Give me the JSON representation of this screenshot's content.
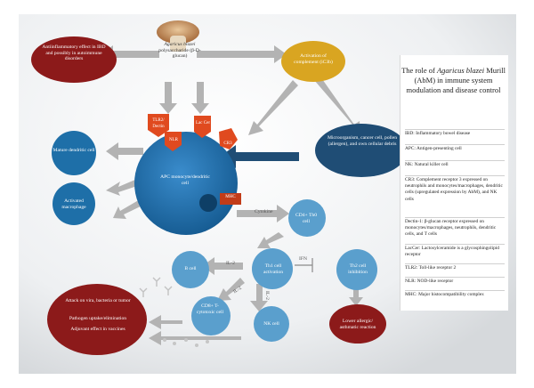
{
  "legend": {
    "title_part1": "The role of",
    "title_species": "Agaricus blazei",
    "title_part2": "Murill (AbM) in immune system modulation and disease control",
    "rows": [
      "IBD: Inflammatory bowel disease",
      "APC: Antigen-presenting cell",
      "NK: Natural killer cell",
      "CR3: Complement receptor 3 expressed on neutrophils and monocytes/macrophages, dendritic cells (upregulated expression by AbM), and NK cells",
      "Dectin-1: β-glucan receptor expressed on monocytes/macrophages, neutrophils, dendritic cells, and T cells",
      "LacCer: Lactosylceramide is a glycosphingolipid receptor",
      "TLR2: Toll-like receptor 2",
      "NLR: NOD-like receptor",
      "MHC: Major histocompatibility complex"
    ]
  },
  "nodes": {
    "antiinflammatory": "Antiinflammatory effect in IBD and possibly in autoimmune disorders",
    "mushroom_species": "Agaricus blazei",
    "mushroom_rest": "polysaccharide (β-D-glucan)",
    "complement": "Activation of complement (iC3b)",
    "microorganism": "Microorganism, cancer cell, pollen (allergen), and own cellular debris",
    "mature_dc": "Mature dendritic cell",
    "activated_macrophage": "Activated macrophage",
    "apc": "APC monocyte/dendritic cell",
    "cd4": "CD4+ Th0 cell",
    "th1": "Th1 cell activation",
    "th2": "Th2 cell inhibition",
    "bcell": "B cell",
    "cd8": "CD8+ T-cytotoxic cell",
    "nkcell": "NK cell",
    "attack": "Attack on vira, bacteria or tumor",
    "pathogen": "Pathogen uptake/elimination",
    "adjuvant": "Adjuvant effect in vaccines",
    "allergic": "Lower allergic/ asthmatic reaction"
  },
  "receptors": {
    "tlr2": "TLR2/ Dectin",
    "laccer": "Lac Cer",
    "nlr": "NLR",
    "cr3": "CR3",
    "mhc": "MHC"
  },
  "arrow_labels": {
    "cytokine": "Cytokine",
    "il2_b": "IL-2",
    "il2_cd8": "IL-2",
    "il2_nk": "IL-2",
    "ifn": "IFN"
  },
  "colors": {
    "blue_cell": "#1e6fa8",
    "light_blue": "#5a9fcd",
    "dark_red": "#8c1a1a",
    "gold": "#d9a521",
    "receptor_red": "#e04a1f",
    "navy": "#1f4d75"
  }
}
